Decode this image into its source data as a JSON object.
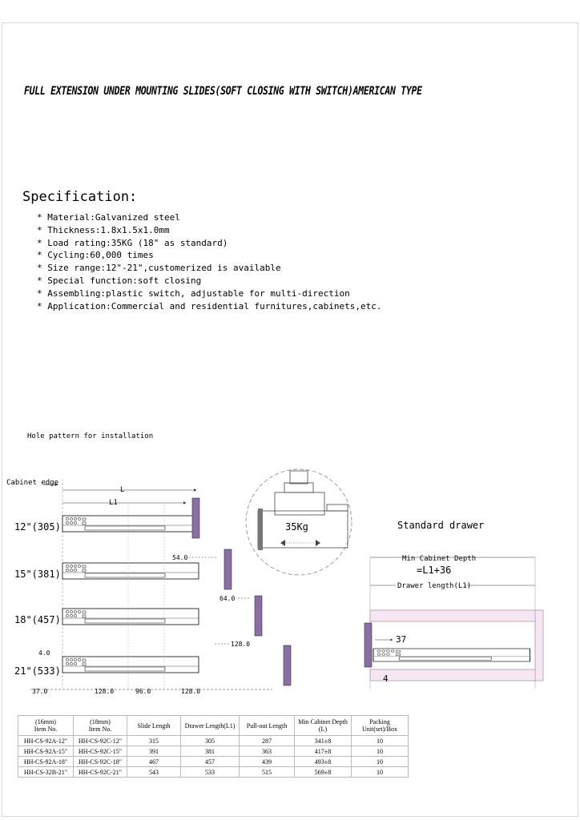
{
  "title": "FULL EXTENSION UNDER MOUNTING SLIDES(SOFT CLOSING WITH SWITCH)AMERICAN TYPE",
  "specification": {
    "heading": "Specification:",
    "items": [
      "Material:Galvanized steel",
      "Thickness:1.8x1.5x1.0mm",
      "Load rating:35KG (18\" as standard)",
      "Cycling:60,000 times",
      "Size range:12\"-21\",customerized is available",
      "Special function:soft closing",
      "Assembling:plastic switch, adjustable for   multi-direction",
      "Application:Commercial and residential furnitures,cabinets,etc."
    ]
  },
  "diagram": {
    "hole_pattern_label": "Hole pattern for installation",
    "cabinet_edge": "Cabinet edge",
    "L": "L",
    "L1": "L1",
    "sizes": [
      "12\"(305)",
      "15\"(381)",
      "18\"(457)",
      "21\"(533)"
    ],
    "dims": {
      "d54": "54.0",
      "d64": "64.0",
      "d128a": "128.0",
      "d4": "4.0",
      "d37": "37.0",
      "d128b": "128.0",
      "d96": "96.0",
      "d128c": "128.0"
    },
    "load": "35Kg",
    "standard_drawer": "Standard drawer",
    "min_cabinet_depth": "Min Cabinet Depth",
    "formula": "=L1+36",
    "drawer_length": "Drawer length(L1)",
    "right_37": "37",
    "right_4": "4"
  },
  "table": {
    "headers": [
      "(16mm)\nItem No.",
      "(18mm)\nItem No.",
      "Slide Length",
      "Drawer Length(L1)",
      "Pull-out Length",
      "Min Cabinet Depth (L)",
      "Packing Unit(set)/Box"
    ],
    "rows": [
      [
        "HH-CS-92A-12\"",
        "HH-CS-92C-12\"",
        "315",
        "305",
        "287",
        "341±8",
        "10"
      ],
      [
        "HH-CS-92A-15\"",
        "HH-CS-92C-15\"",
        "391",
        "381",
        "363",
        "417±8",
        "10"
      ],
      [
        "HH-CS-92A-18\"",
        "HH-CS-92C-18\"",
        "467",
        "457",
        "439",
        "493±8",
        "10"
      ],
      [
        "HH-CS-32B-21\"",
        "HH-CS-92C-21\"",
        "543",
        "533",
        "515",
        "569±8",
        "10"
      ]
    ]
  }
}
